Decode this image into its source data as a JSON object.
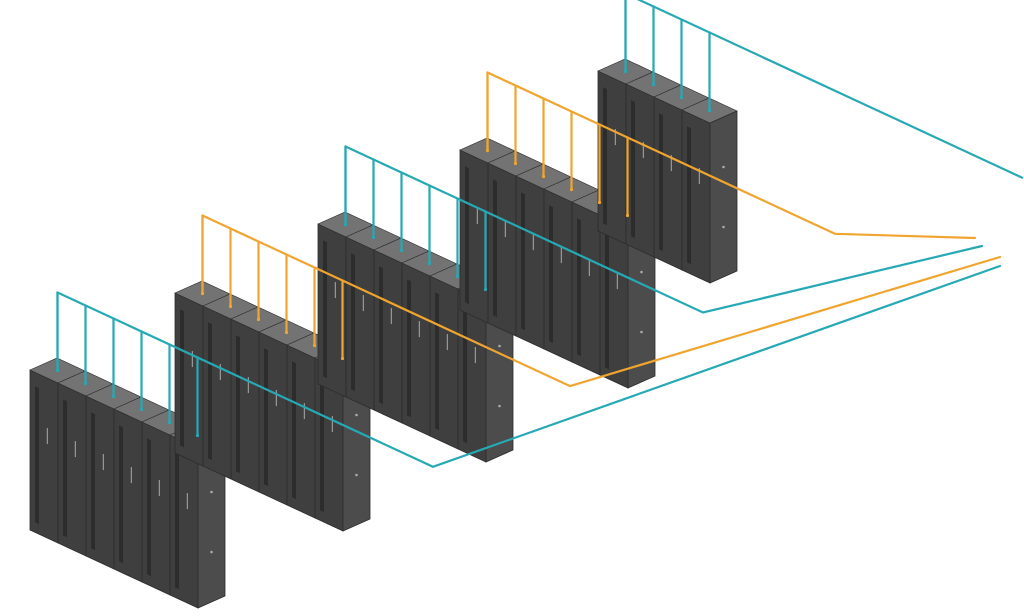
{
  "diagram": {
    "colors": {
      "background": "#ffffff",
      "cable_teal": "#27a9b5",
      "cable_orange": "#f0a530",
      "rack_top": "#737373",
      "rack_front": "#3f3f3f",
      "rack_side": "#4c4c4c",
      "rack_edge": "#2c2c2c",
      "rack_vent": "#2a2a2a",
      "rack_handle": "#9a9a9a"
    },
    "rows": [
      {
        "id": "row-1",
        "rack_count": 6,
        "cable_color": "teal"
      },
      {
        "id": "row-2",
        "rack_count": 6,
        "cable_color": "orange"
      },
      {
        "id": "row-3",
        "rack_count": 6,
        "cable_color": "teal"
      },
      {
        "id": "row-4",
        "rack_count": 6,
        "cable_color": "orange"
      },
      {
        "id": "row-5",
        "rack_count": 4,
        "cable_color": "teal"
      }
    ]
  }
}
